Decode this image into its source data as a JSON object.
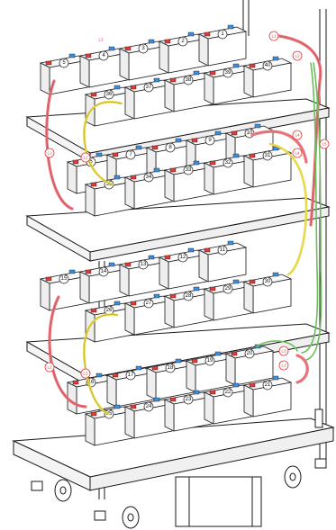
{
  "diagram": {
    "cable_tags": [
      "L3",
      "L1",
      "L2",
      "L4",
      "L4",
      "L5",
      "L1",
      "L2",
      "L2",
      "L3",
      "L3",
      "L2"
    ],
    "shelves": [
      {
        "front": [
          "36",
          "37",
          "38",
          "39",
          "40"
        ],
        "back": [
          "5",
          "4",
          "3",
          "2",
          "1"
        ]
      },
      {
        "front": [
          "35",
          "34",
          "33",
          "32",
          "31"
        ],
        "back": [
          "6",
          "7",
          "8",
          "9",
          "10"
        ]
      },
      {
        "front": [
          "26",
          "27",
          "28",
          "29",
          "30"
        ],
        "back": [
          "15",
          "14",
          "13",
          "12",
          "11"
        ]
      },
      {
        "front": [
          "25",
          "24",
          "23",
          "22",
          "21"
        ],
        "back": [
          "16",
          "17",
          "18",
          "19",
          "20"
        ]
      }
    ],
    "colors": {
      "red_cable": "#e8737a",
      "yellow_cable": "#e6d94a",
      "green_cable": "#6bbf5a",
      "terminal_red": "#e03a3a",
      "terminal_blue": "#3a8fd8",
      "outline": "#1a1a1a"
    }
  }
}
